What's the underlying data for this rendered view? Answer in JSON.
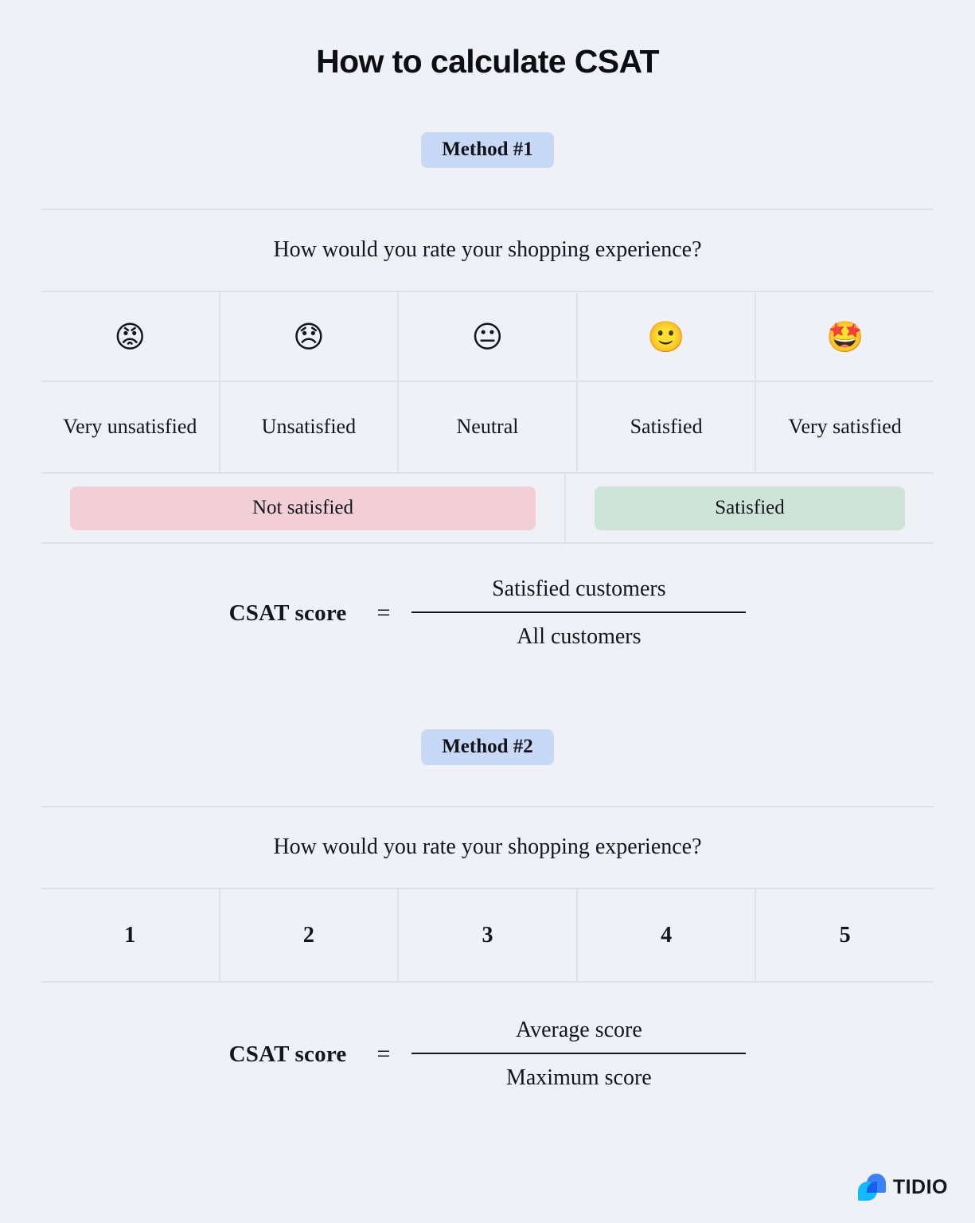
{
  "title": "How to calculate CSAT",
  "colors": {
    "background": "#eff1f6",
    "border": "#dde2ea",
    "badge_blue": "#c8d8f7",
    "chip_pink": "#f2ced6",
    "chip_green": "#cee4d8",
    "logo_blue": "#3b82f6",
    "logo_cyan": "#14baff",
    "text": "#13141c"
  },
  "methods": [
    {
      "badge": "Method #1",
      "question": "How would you rate your shopping experience?",
      "scale": [
        {
          "emoji": "😡",
          "emoji_name": "pouting-face-emoji",
          "label": "Very unsatisfied"
        },
        {
          "emoji": "😞",
          "emoji_name": "disappointed-face-emoji",
          "label": "Unsatisfied"
        },
        {
          "emoji": "😐",
          "emoji_name": "neutral-face-emoji",
          "label": "Neutral"
        },
        {
          "emoji": "🙂",
          "emoji_name": "slightly-smiling-face-emoji",
          "label": "Satisfied"
        },
        {
          "emoji": "🤩",
          "emoji_name": "star-struck-face-emoji",
          "label": "Very satisfied"
        }
      ],
      "summary": {
        "negative": "Not satisfied",
        "positive": "Satisfied"
      },
      "formula": {
        "label": "CSAT score",
        "equals": "=",
        "numerator": "Satisfied customers",
        "denominator": "All customers"
      }
    },
    {
      "badge": "Method #2",
      "question": "How would you rate your shopping experience?",
      "scale": [
        {
          "label": "1"
        },
        {
          "label": "2"
        },
        {
          "label": "3"
        },
        {
          "label": "4"
        },
        {
          "label": "5"
        }
      ],
      "formula": {
        "label": "CSAT score",
        "equals": "=",
        "numerator": "Average score",
        "denominator": "Maximum score"
      }
    }
  ],
  "logo": {
    "wordmark": "TIDIO"
  }
}
